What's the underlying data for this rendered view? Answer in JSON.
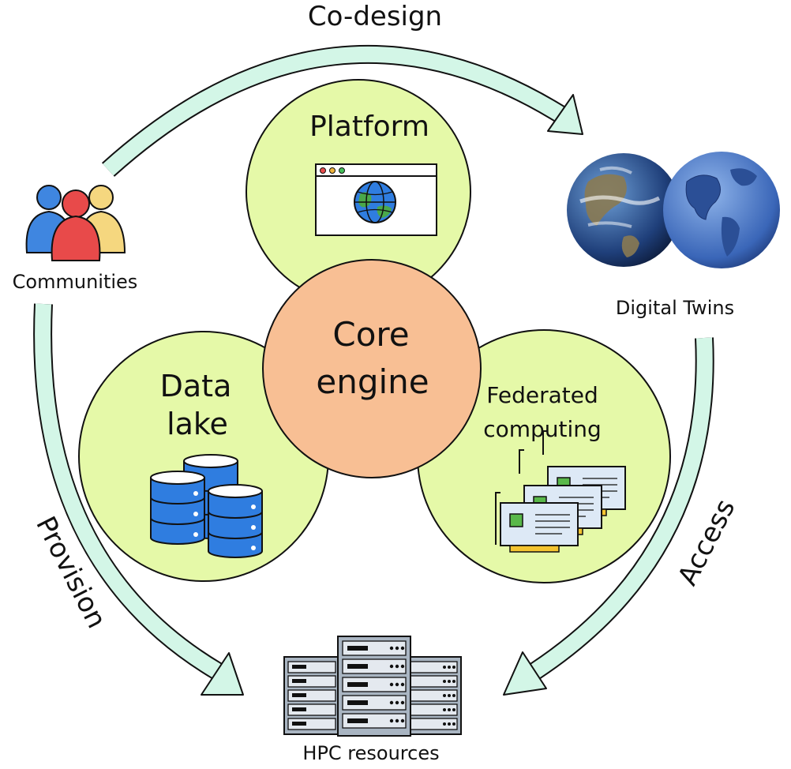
{
  "diagram": {
    "arrows": {
      "top": "Co-design",
      "left": "Provision",
      "right": "Access"
    },
    "nodes": {
      "communities": "Communities",
      "digital_twins": "Digital Twins",
      "hpc": "HPC resources"
    },
    "core": {
      "line1": "Core",
      "line2": "engine"
    },
    "petals": {
      "platform": "Platform",
      "data_lake_line1": "Data",
      "data_lake_line2": "lake",
      "federated_line1": "Federated",
      "federated_line2": "computing"
    }
  },
  "colors": {
    "petal_fill": "#e5f9a8",
    "core_fill": "#f8bf94",
    "arrow_fill": "#d3f6e7",
    "outline": "#111111",
    "db_blue": "#2f7de0",
    "earth_blue": "#3a66b8"
  },
  "icons": [
    "people-icon",
    "browser-globe-icon",
    "database-icon",
    "circuit-board-icon",
    "earth-icon",
    "server-rack-icon"
  ]
}
